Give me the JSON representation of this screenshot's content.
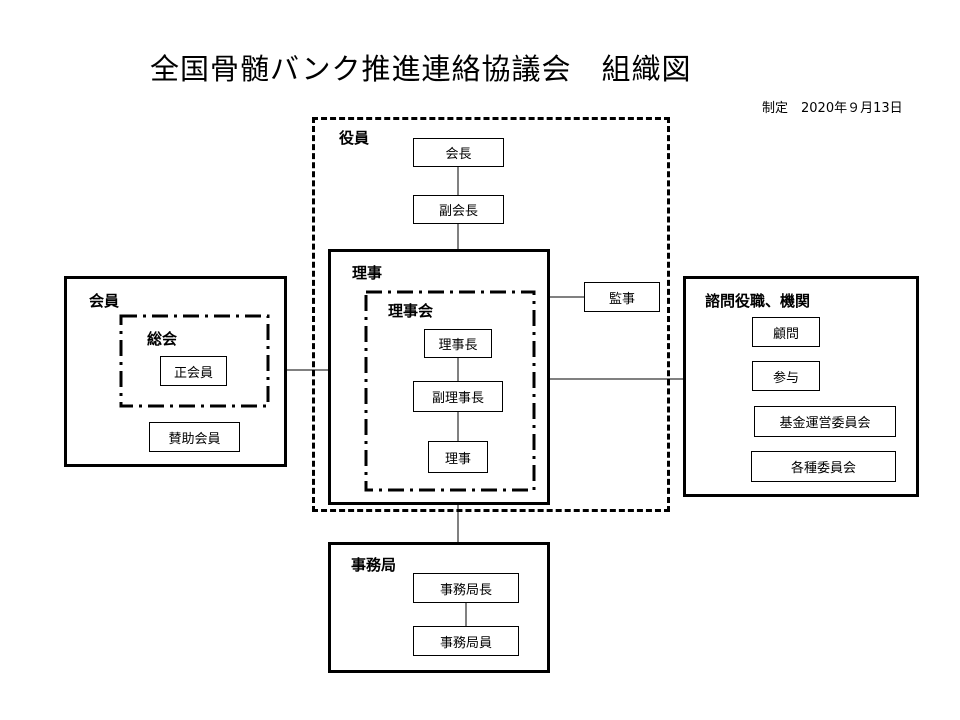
{
  "title": "全国骨髄バンク推進連絡協議会　組織図",
  "date": "制定　2020年９月13日",
  "yakuin": {
    "label": "役員",
    "kaicho": "会長",
    "fukukaicho": "副会長"
  },
  "riji": {
    "label": "理事",
    "rijikai_label": "理事会",
    "rijicho": "理事長",
    "fukurijicho": "副理事長",
    "riji_member": "理事"
  },
  "kansa": "監事",
  "kaiin": {
    "label": "会員",
    "sokai_label": "総会",
    "seikaiin": "正会員",
    "sanjo": "賛助会員"
  },
  "komon": {
    "label": "諮問役職、機関",
    "items": [
      "顧問",
      "参与",
      "基金運営委員会",
      "各種委員会"
    ]
  },
  "jimukyoku": {
    "label": "事務局",
    "chief": "事務局長",
    "staff": "事務局員"
  }
}
